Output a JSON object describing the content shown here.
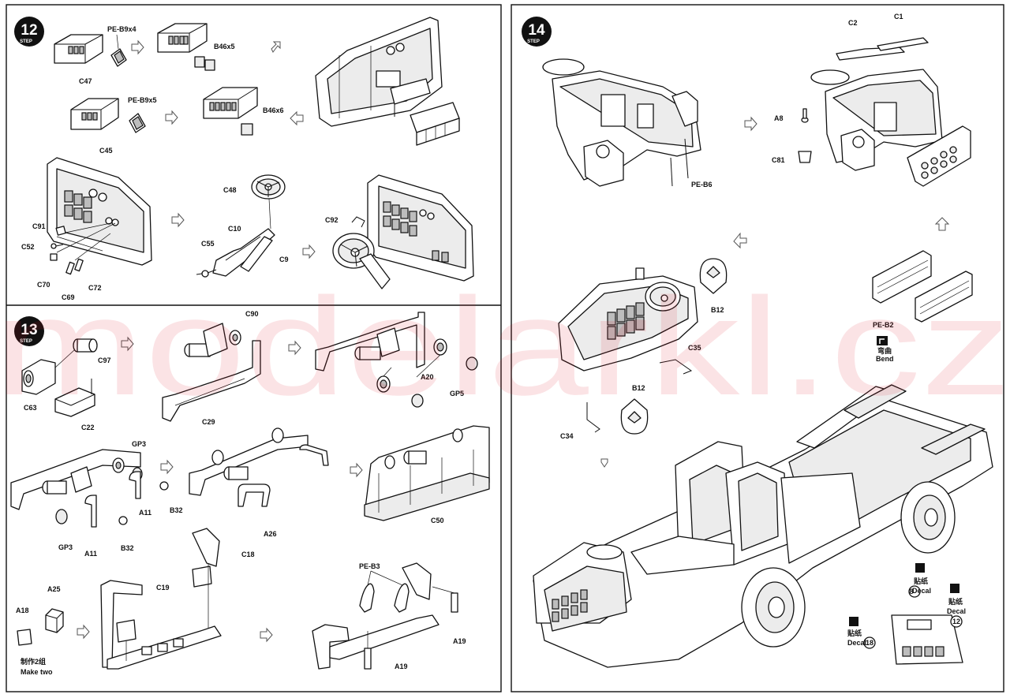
{
  "watermark": "modelarkl.cz",
  "steps": [
    {
      "number": "12",
      "word": "STEP"
    },
    {
      "number": "13",
      "word": "STEP"
    },
    {
      "number": "14",
      "word": "STEP"
    }
  ],
  "step12": {
    "labels": [
      "PE-B9x4",
      "C47",
      "B46x5",
      "PE-B9x5",
      "C45",
      "B46x6",
      "C48",
      "C10",
      "C55",
      "C9",
      "C91",
      "C52",
      "C70",
      "C69",
      "C72",
      "C92"
    ]
  },
  "step13": {
    "labels": [
      "C90",
      "C97",
      "C63",
      "C22",
      "C29",
      "A20",
      "GP5",
      "GP3",
      "A11",
      "B32",
      "GP3",
      "A11",
      "B32",
      "A26",
      "C50",
      "C18",
      "C19",
      "A25",
      "A18",
      "PE-B3",
      "A19",
      "A19"
    ],
    "make_two_cn": "制作2组",
    "make_two_en": "Make two"
  },
  "step14": {
    "labels": [
      "C2",
      "C1",
      "A8",
      "C81",
      "PE-B6",
      "B12",
      "C35",
      "B12",
      "C34",
      "PE-B2"
    ],
    "bend_cn": "弯曲",
    "bend_en": "Bend",
    "decals": [
      {
        "cn": "贴纸",
        "en": "Decal",
        "number": "8"
      },
      {
        "cn": "贴纸",
        "en": "Decal",
        "number": "12"
      },
      {
        "cn": "贴纸",
        "en": "Decal",
        "number": "18"
      }
    ]
  }
}
